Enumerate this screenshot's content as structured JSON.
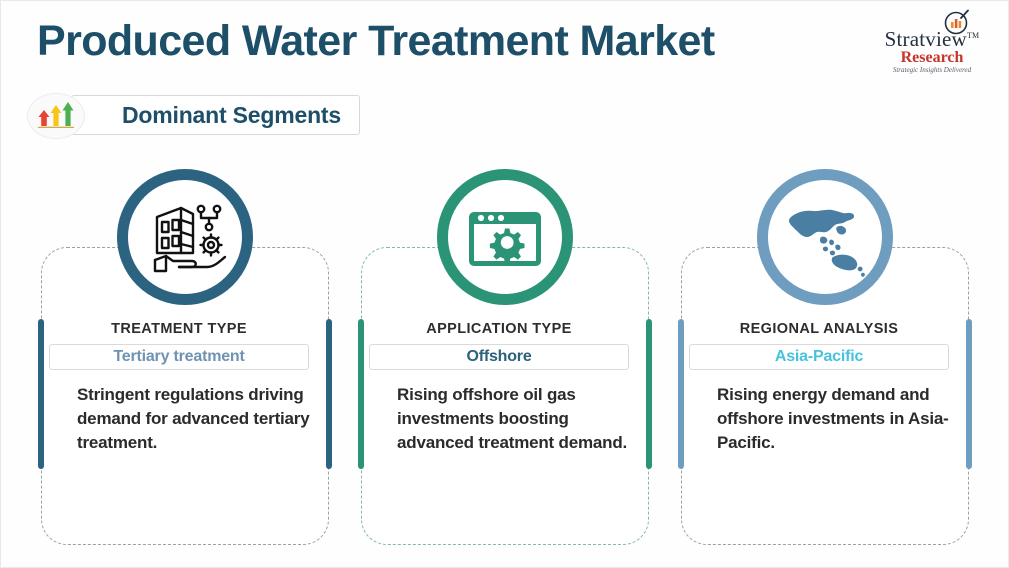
{
  "header": {
    "title": "Produced Water Treatment Market",
    "title_color": "#1d4f68",
    "logo": {
      "name": "Stratview",
      "trademark": "TM",
      "word": "Research",
      "tagline": "Strategic Insights Delivered",
      "word_color": "#c7342a"
    }
  },
  "badge": {
    "label": "Dominant Segments",
    "icon": "ascending-arrows-icon",
    "arrow_colors": [
      "#ea4335",
      "#f5c518",
      "#4caf50"
    ]
  },
  "cards": [
    {
      "id": "treatment-type",
      "icon": "building-gear-hand-icon",
      "accent": "#2c6380",
      "heading": "TREATMENT TYPE",
      "value": "Tertiary treatment",
      "value_color": "#6f93b3",
      "description": "Stringent regulations driving demand for advanced tertiary treatment."
    },
    {
      "id": "application-type",
      "icon": "browser-gear-icon",
      "accent": "#2b9476",
      "heading": "APPLICATION TYPE",
      "value": "Offshore",
      "value_color": "#2b6179",
      "description": "Rising offshore oil gas investments boosting advanced treatment demand."
    },
    {
      "id": "regional-analysis",
      "icon": "asia-pacific-map-icon",
      "accent": "#6e9dc0",
      "heading": "REGIONAL ANALYSIS",
      "value": "Asia-Pacific",
      "value_color": "#46c3dc",
      "description": "Rising energy demand and offshore investments in Asia-Pacific."
    }
  ]
}
